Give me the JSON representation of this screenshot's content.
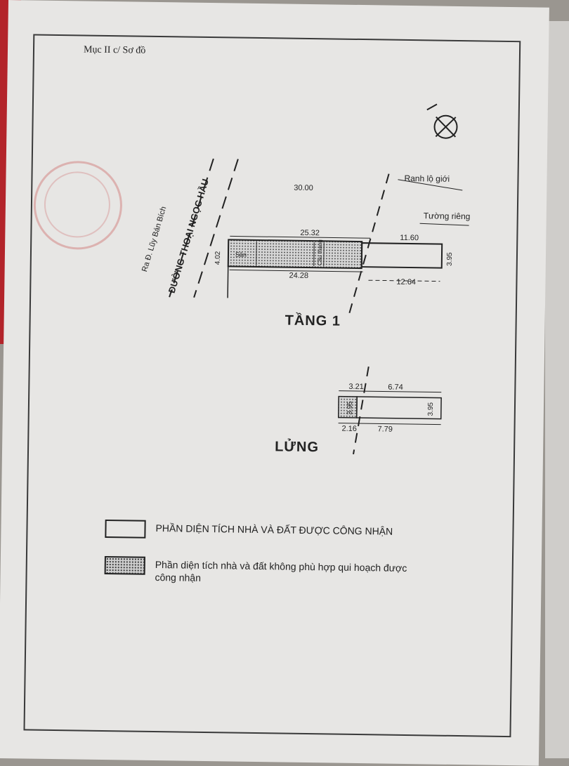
{
  "heading": "Mục II c/ Sơ đồ",
  "street_name": "ĐƯỜNG THOẠI NGỌC HẦU",
  "direction_note": "Ra Đ. Lũy Bán Bích",
  "plan_labels": {
    "boundary_line": "Ranh lộ giới",
    "private_wall": "Tường riêng",
    "porch": "Sân",
    "stair": "Cầu thang"
  },
  "floor1": {
    "title": "TẦNG 1",
    "dims": {
      "top_extent": "30.00",
      "top_total": "25.32",
      "top_right": "11.60",
      "front_width": "4.02",
      "rear_width": "3.95",
      "bottom_total": "24.28",
      "bottom_right": "12.64"
    }
  },
  "mezzanine": {
    "title": "LỬNG",
    "dims": {
      "top_left": "3.21",
      "top_right": "6.74",
      "left_width": "3.95",
      "right_width": "3.95",
      "bottom_left": "2.16",
      "bottom_right": "7.79"
    }
  },
  "legend": [
    {
      "style": "plain",
      "text": "PHẦN DIỆN TÍCH NHÀ VÀ ĐẤT ĐƯỢC CÔNG NHẬN"
    },
    {
      "style": "dotted",
      "text": "Phần diện tích nhà và đất không phù hợp qui hoạch được công nhận"
    }
  ],
  "colors": {
    "ink": "#222222",
    "paper": "#e7e6e4",
    "seal": "#c85050"
  }
}
